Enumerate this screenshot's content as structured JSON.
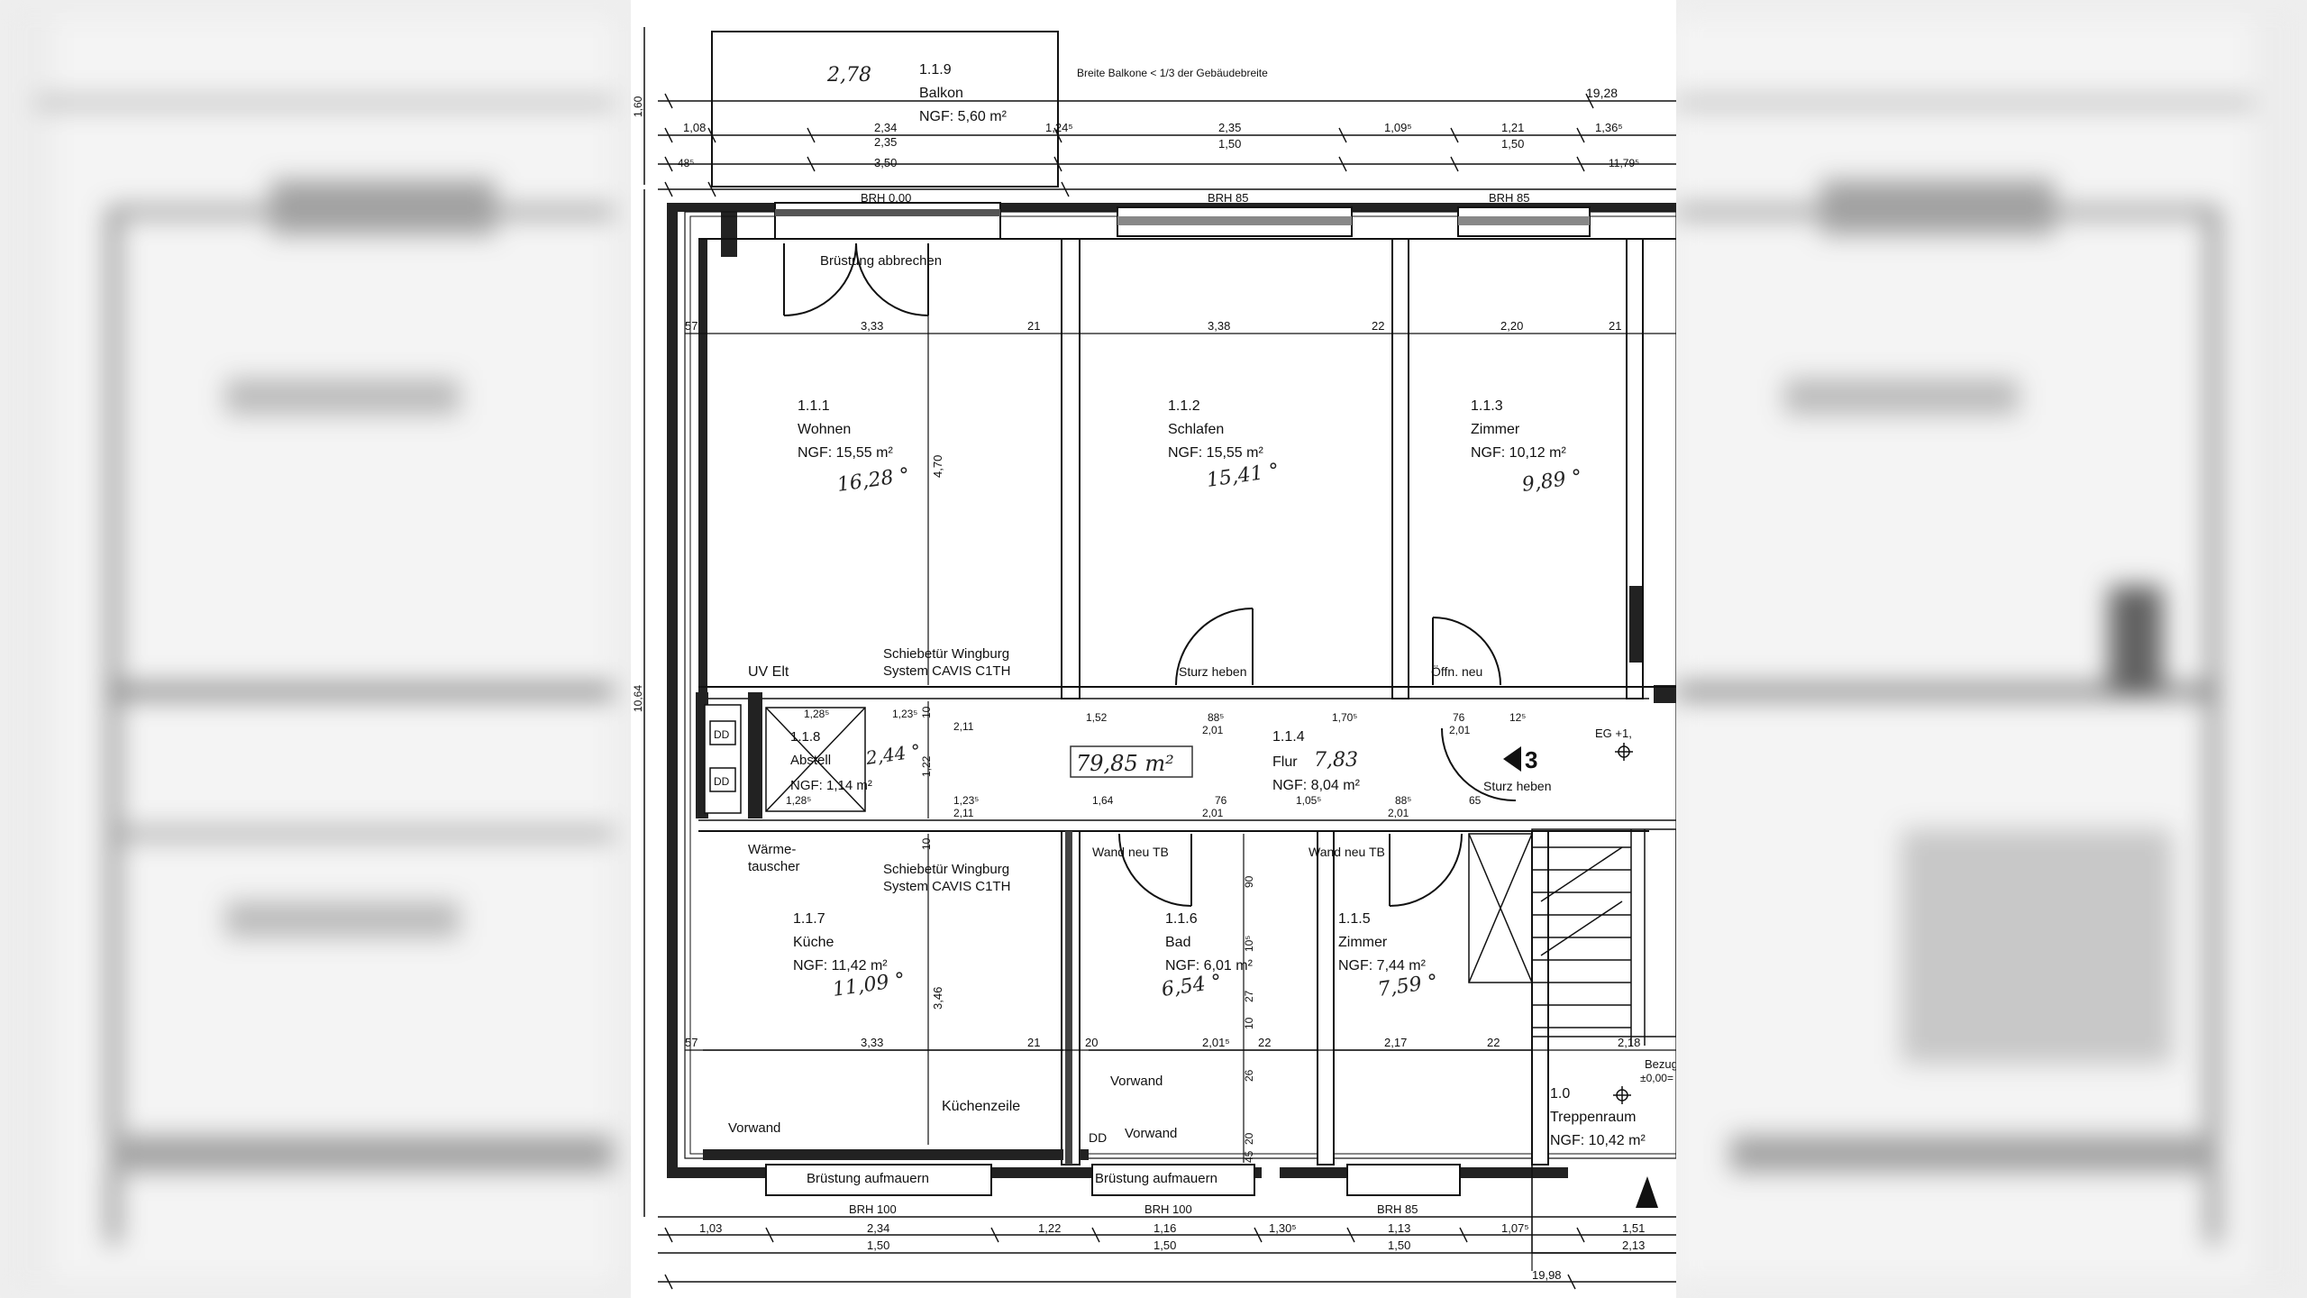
{
  "balcony": {
    "handwritten": "2,78",
    "id": "1.1.9",
    "name": "Balkon",
    "area": "NGF: 5,60 m²",
    "note": "Breite Balkone < 1/3 der Gebäudebreite"
  },
  "rooms": {
    "wohnen": {
      "id": "1.1.1",
      "name": "Wohnen",
      "area": "NGF: 15,55 m²",
      "handwritten": "16,28 °"
    },
    "schlafen": {
      "id": "1.1.2",
      "name": "Schlafen",
      "area": "NGF: 15,55 m²",
      "handwritten": "15,41 °"
    },
    "zimmer3": {
      "id": "1.1.3",
      "name": "Zimmer",
      "area": "NGF: 10,12 m²",
      "handwritten": "9,89 °"
    },
    "flur": {
      "id": "1.1.4",
      "name": "Flur",
      "handwritten_inline": "7,83",
      "area": "NGF: 8,04 m²"
    },
    "zimmer5": {
      "id": "1.1.5",
      "name": "Zimmer",
      "area": "NGF: 7,44 m²",
      "handwritten": "7,59 °"
    },
    "bad": {
      "id": "1.1.6",
      "name": "Bad",
      "area": "NGF: 6,01 m²",
      "handwritten": "6,54 °"
    },
    "kueche": {
      "id": "1.1.7",
      "name": "Küche",
      "area": "NGF: 11,42 m²",
      "handwritten": "11,09 °"
    },
    "abstell": {
      "id": "1.1.8",
      "name": "Abstell",
      "area": "NGF: 1,14 m²",
      "handwritten": "2,44 °"
    },
    "treppen": {
      "id": "1.0",
      "name": "Treppenraum",
      "area": "NGF: 10,42 m²"
    }
  },
  "total_handwritten": "79,85 m²",
  "notes": {
    "bruestung_abbrechen": "Brüstung abbrechen",
    "brh_000": "BRH 0,00",
    "brh_85": "BRH 85",
    "brh_100": "BRH 100",
    "schiebetuer_1": "Schiebetür Wingburg",
    "schiebetuer_2": "System CAVIS C1TH",
    "uv_elt": "UV Elt",
    "waermetauscher_1": "Wärme-",
    "waermetauscher_2": "tauscher",
    "sturz_heben": "Sturz heben",
    "oeffn_neu": "Öffn. neu",
    "wand_neu_tb": "Wand neu TB",
    "vorwand": "Vorwand",
    "kuechenzeile": "Küchenzeile",
    "bruestung_aufmauern": "Brüstung aufmauern",
    "dd": "DD",
    "eg": "EG +1,",
    "section_mark": "3",
    "bezug": "Bezug",
    "bezug_val": "±0,00=",
    "dim_1060": "1,60",
    "dim_1064": "10,64"
  },
  "dims": {
    "top_total": "19,28",
    "row1": [
      "1,08",
      "2,34",
      "1,24⁵",
      "2,35",
      "1,09⁵",
      "1,21",
      "1,36⁵"
    ],
    "row2": [
      "2,35",
      "1,50",
      "1,50"
    ],
    "row3": [
      "48⁵",
      "3,50",
      "11,79⁵"
    ],
    "upper_room_widths": [
      "57",
      "3,33",
      "21",
      "3,38",
      "22",
      "2,20",
      "21"
    ],
    "wohnen_height": "4,70",
    "flur_top": [
      "1,28⁵",
      "1,23⁵",
      "2,11",
      "1,52",
      "88⁵",
      "2,01",
      "1,70⁵",
      "76",
      "2,01",
      "12⁵"
    ],
    "flur_height": "1,22",
    "flur_side": "10",
    "flur_bottom": [
      "1,28⁵",
      "1,23⁵",
      "2,11",
      "1,64",
      "76",
      "2,01",
      "1,05⁵",
      "88⁵",
      "2,01",
      "65"
    ],
    "lower_room_widths": [
      "57",
      "3,33",
      "21",
      "20",
      "2,01⁵",
      "22",
      "2,17",
      "22",
      "2,18"
    ],
    "kueche_height": "3,46",
    "bad_vertical": [
      "90",
      "10⁵",
      "27",
      "10",
      "26",
      "20",
      "45"
    ],
    "bottom_row1": [
      "1,03",
      "2,34",
      "1,22",
      "1,16",
      "1,30⁵",
      "1,13",
      "1,07⁵",
      "1,51"
    ],
    "bottom_row2": [
      "1,50",
      "1,50",
      "1,50",
      "2,13"
    ],
    "bottom_total": "19,98"
  }
}
